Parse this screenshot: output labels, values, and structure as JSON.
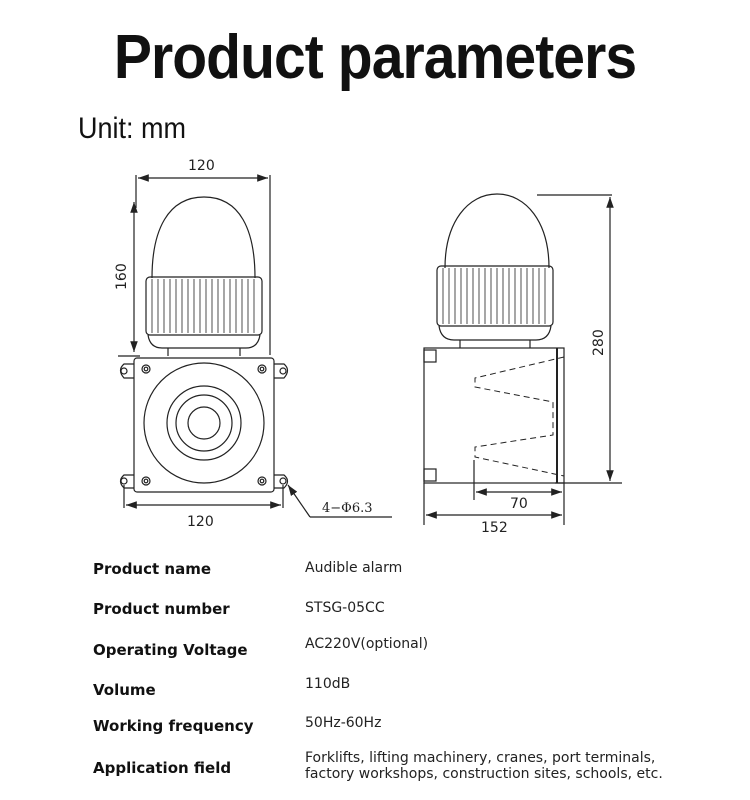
{
  "header": {
    "title": "Product parameters",
    "unit_label": "Unit: mm"
  },
  "drawing": {
    "front_view": {
      "width_top": "120",
      "height_lamp": "160",
      "width_bottom": "120",
      "mount_holes": "4−Φ6.3"
    },
    "side_view": {
      "total_height": "280",
      "horn_depth": "70",
      "total_depth": "152"
    }
  },
  "params": [
    {
      "label": "Product name",
      "value": "Audible alarm"
    },
    {
      "label": "Product number",
      "value": "STSG-05CC"
    },
    {
      "label": "Operating Voltage",
      "value": "AC220V(optional)"
    },
    {
      "label": "Volume",
      "value": "110dB"
    },
    {
      "label": "Working frequency",
      "value": "50Hz-60Hz"
    },
    {
      "label": "Application field",
      "value": "Forklifts, lifting machinery, cranes, port terminals,",
      "value2": "factory workshops, construction sites, schools, etc."
    }
  ]
}
